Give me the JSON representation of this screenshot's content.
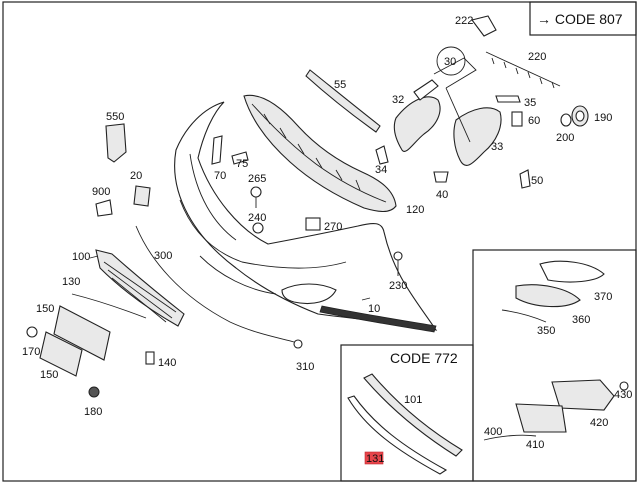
{
  "codes": {
    "code_807": "→ CODE 807",
    "code_772": "CODE 772"
  },
  "callouts": {
    "c10": "10",
    "c20": "20",
    "c30": "30",
    "c32": "32",
    "c33": "33",
    "c34": "34",
    "c35": "35",
    "c40": "40",
    "c50": "50",
    "c55": "55",
    "c60": "60",
    "c70": "70",
    "c75": "75",
    "c100": "100",
    "c101": "101",
    "c120": "120",
    "c130": "130",
    "c131": "131",
    "c140": "140",
    "c150a": "150",
    "c150b": "150",
    "c170": "170",
    "c180": "180",
    "c190": "190",
    "c200": "200",
    "c220": "220",
    "c222": "222",
    "c230": "230",
    "c240": "240",
    "c265": "265",
    "c270": "270",
    "c300": "300",
    "c310": "310",
    "c350": "350",
    "c360": "360",
    "c370": "370",
    "c400": "400",
    "c410": "410",
    "c420": "420",
    "c430": "430",
    "c550": "550",
    "c900": "900"
  },
  "colors": {
    "line": "#222222",
    "highlight": "#e8454b"
  }
}
